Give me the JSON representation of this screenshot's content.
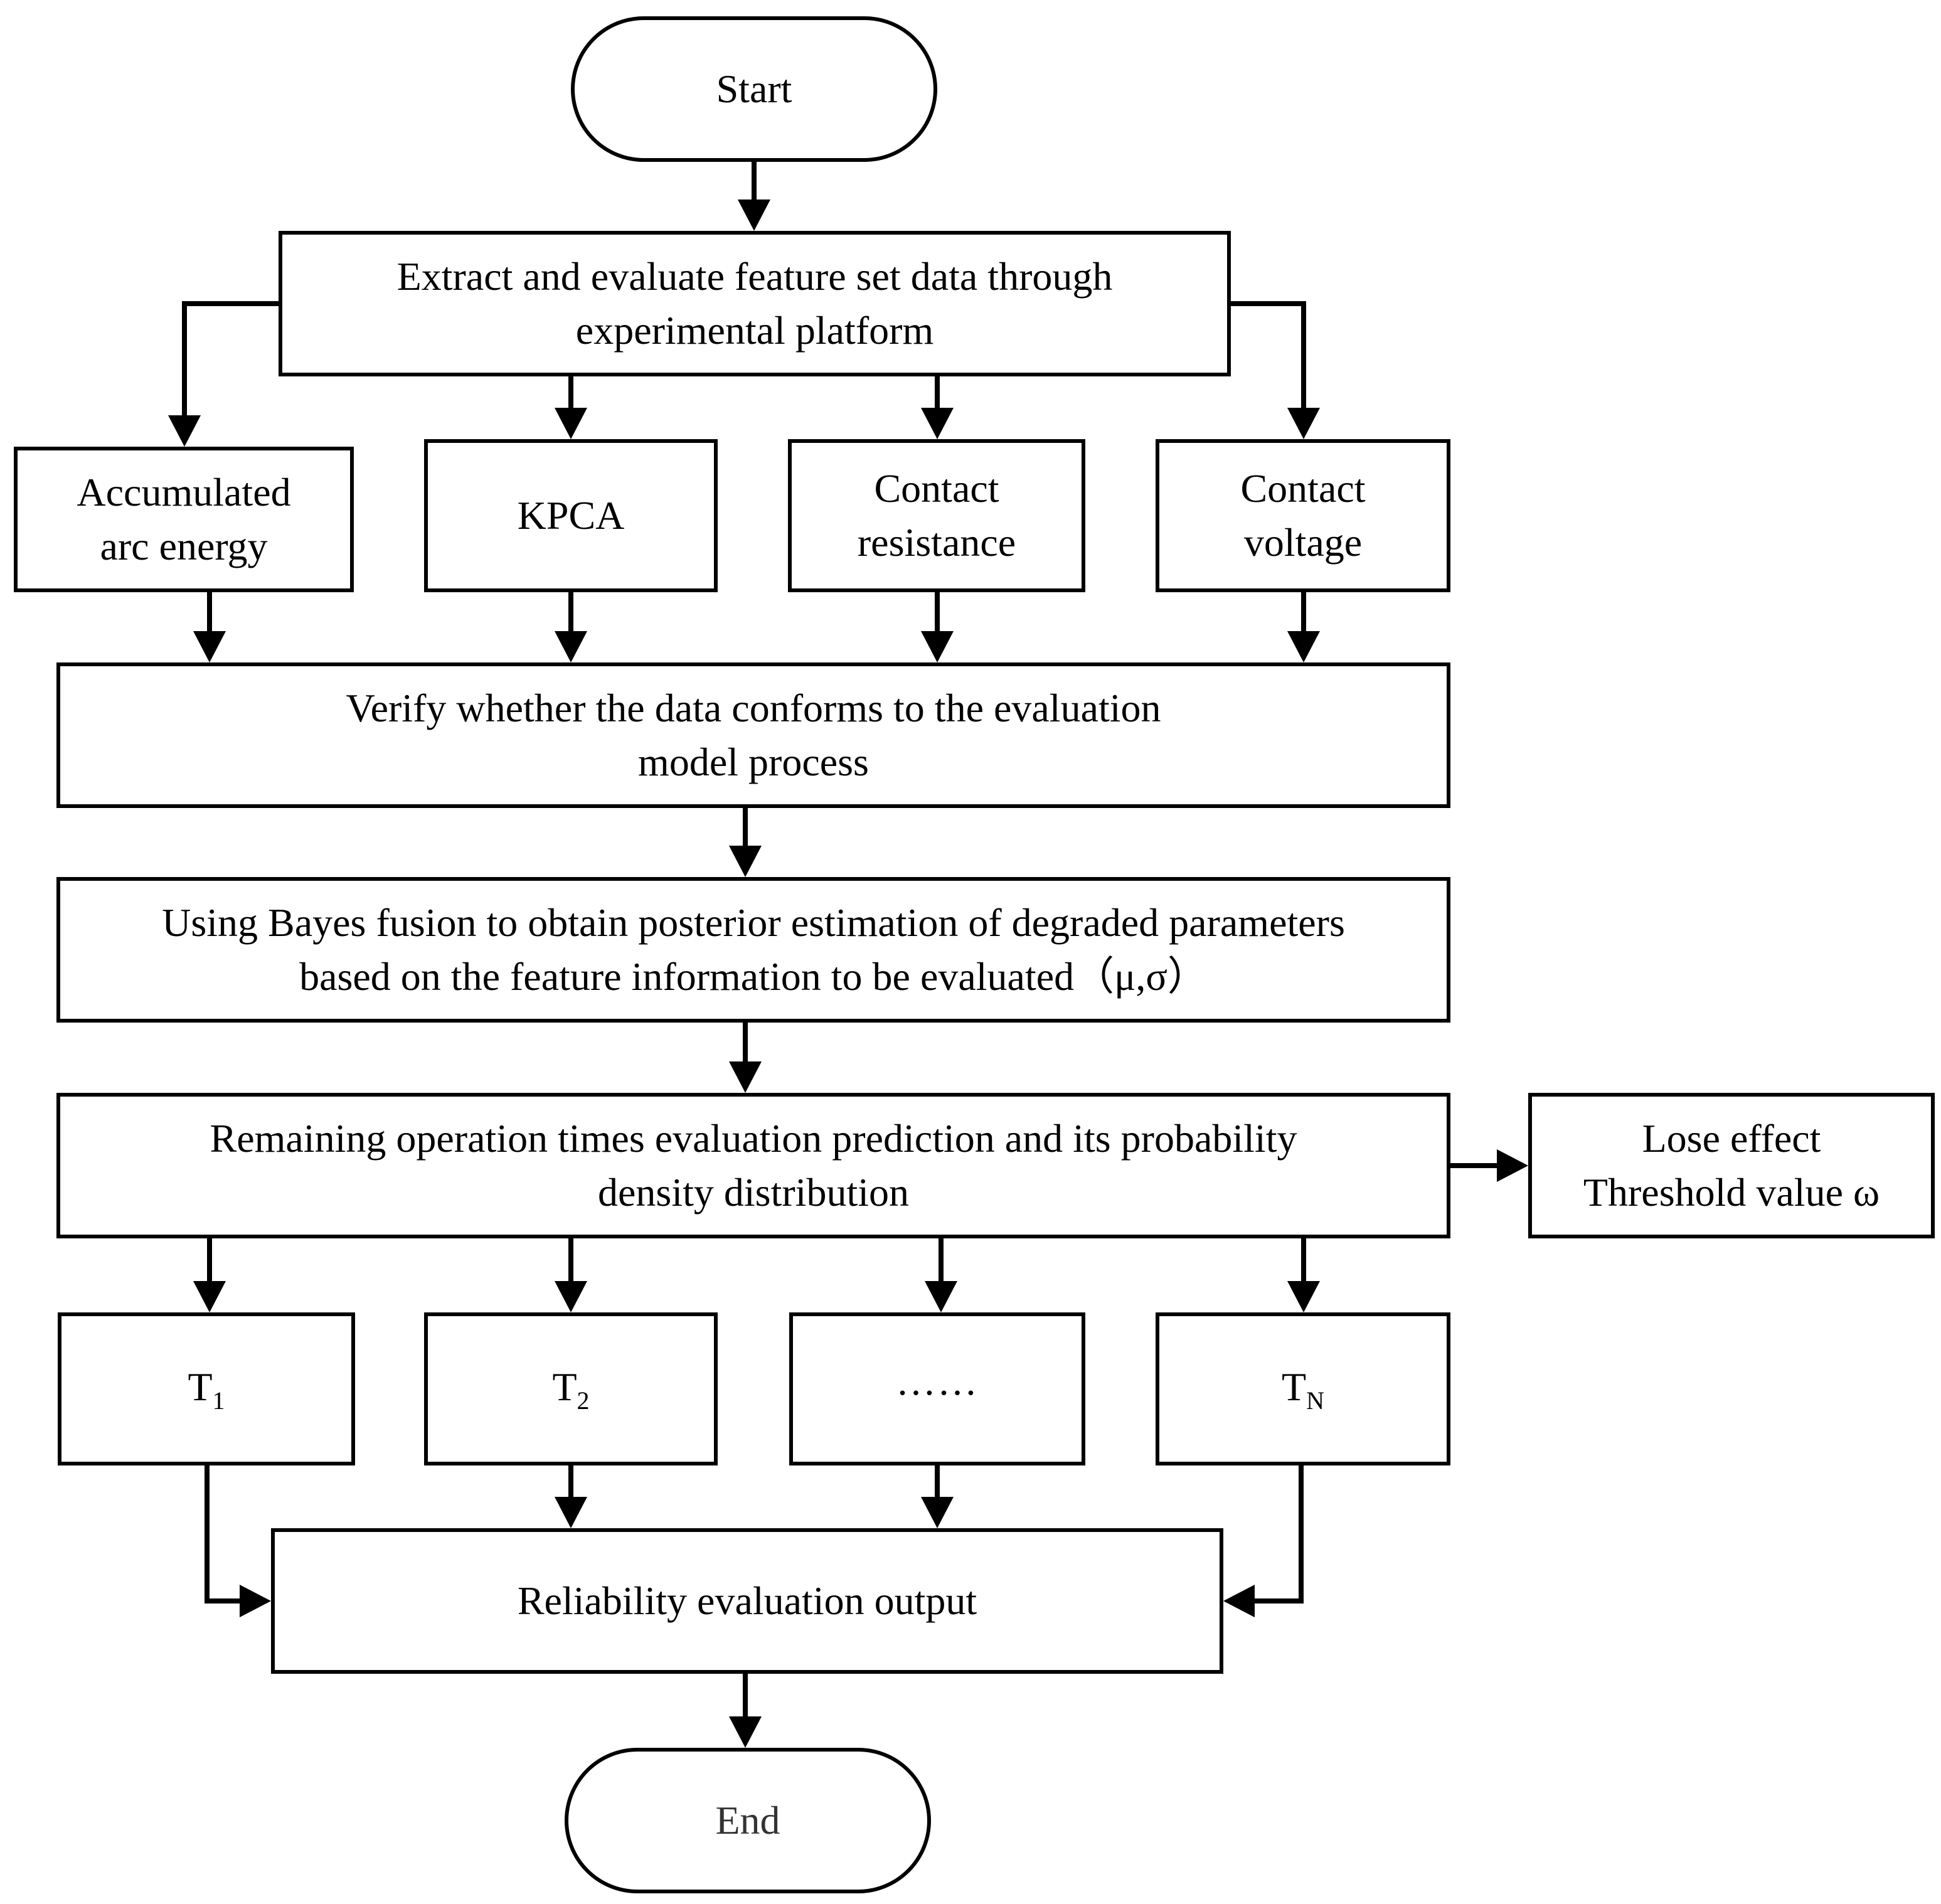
{
  "nodes": {
    "start": "Start",
    "extract": [
      "Extract and evaluate feature set data through",
      "experimental platform"
    ],
    "feat_arc": [
      "Accumulated",
      "arc energy"
    ],
    "feat_kpca": "KPCA",
    "feat_res": [
      "Contact",
      "resistance"
    ],
    "feat_volt": [
      "Contact",
      "voltage"
    ],
    "verify": [
      "Verify whether the data conforms to the evaluation",
      "model process"
    ],
    "bayes": [
      "Using Bayes fusion to obtain posterior estimation of degraded parameters",
      "based on the feature information to be evaluated（μ,σ）"
    ],
    "remaining": [
      "Remaining operation times evaluation prediction and its probability",
      "density distribution"
    ],
    "threshold": [
      "Lose effect",
      "Threshold value ω"
    ],
    "t1": {
      "base": "T",
      "sub": "1"
    },
    "t2": {
      "base": "T",
      "sub": "2"
    },
    "tdots": "……",
    "tn": {
      "base": "T",
      "sub": "N"
    },
    "output": "Reliability evaluation output",
    "end": "End"
  },
  "colors": {
    "line": "#000000",
    "fill": "#ffffff",
    "end_text": "#333333"
  }
}
